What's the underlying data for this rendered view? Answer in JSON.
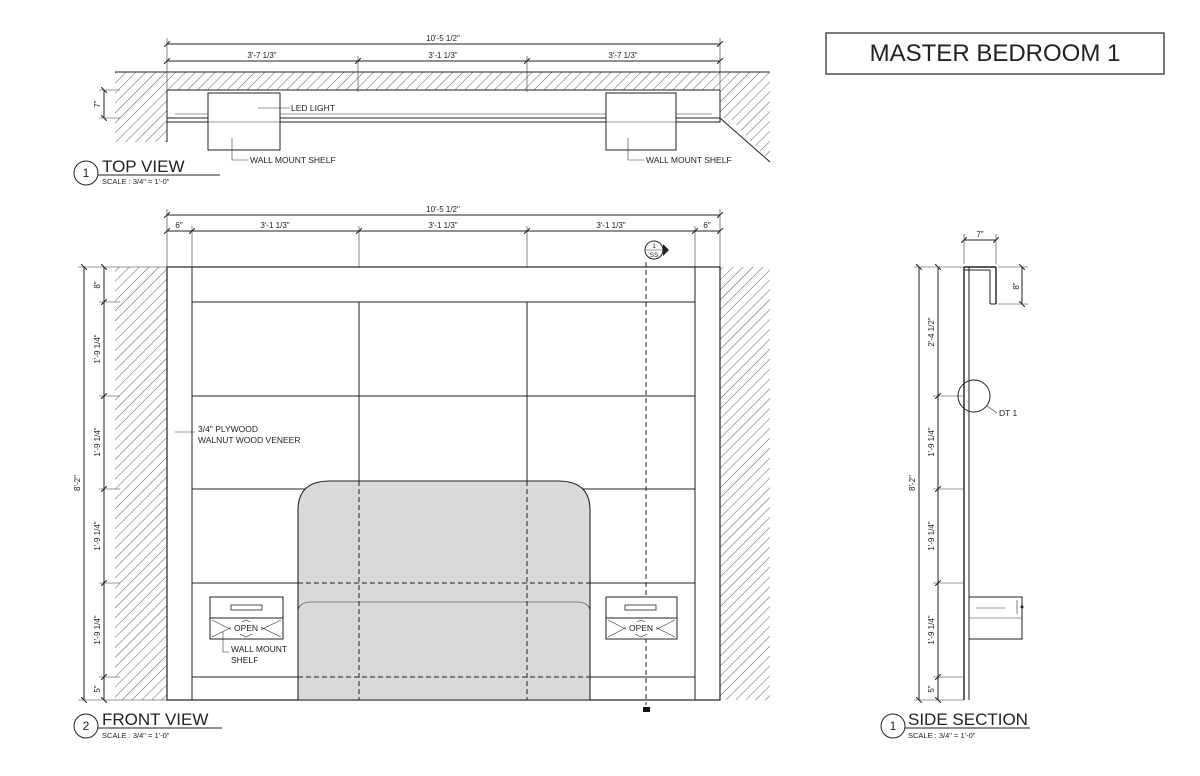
{
  "sheet_title": "MASTER BEDROOM 1",
  "top_view": {
    "number": "1",
    "title": "TOP VIEW",
    "scale": "SCALE : 3/4\" = 1'-0\"",
    "overall_dim": "10'-5 1/2\"",
    "segment_dims": [
      "3'-7 1/3\"",
      "3'-1 1/3\"",
      "3'-7 1/3\""
    ],
    "depth_dim": "7\"",
    "notes": {
      "led_light": "LED LIGHT",
      "shelf_left": "WALL MOUNT SHELF",
      "shelf_right": "WALL MOUNT SHELF"
    }
  },
  "front_view": {
    "number": "2",
    "title": "FRONT VIEW",
    "scale": "SCALE : 3/4\" = 1'-0\"",
    "overall_dim": "10'-5 1/2\"",
    "segment_dims": [
      "6\"",
      "3'-1 1/3\"",
      "3'-1 1/3\"",
      "3'-1 1/3\"",
      "6\""
    ],
    "height_dim": "8'-2\"",
    "vertical_dims": [
      "8\"",
      "1'-9 1/4\"",
      "1'-9 1/4\"",
      "1'-9 1/4\"",
      "1'-9 1/4\"",
      "5\""
    ],
    "material_note": [
      "3/4\" PLYWOOD",
      "WALNUT WOOD VENEER"
    ],
    "shelf_note": [
      "WALL MOUNT",
      "SHELF"
    ],
    "open_label": "OPEN",
    "section_marker": {
      "num": "1",
      "sheet": "SS"
    }
  },
  "side_section": {
    "number": "1",
    "title": "SIDE SECTION",
    "scale": "SCALE : 3/4\" = 1'-0\"",
    "top_dim": "7\"",
    "cap_dim": "8\"",
    "height_dim": "8'-2\"",
    "vertical_dims": [
      "2'-4 1/2\"",
      "1'-9 1/4\"",
      "1'-9 1/4\"",
      "1'-9 1/4\"",
      "5\""
    ],
    "detail_tag": "DT 1"
  }
}
